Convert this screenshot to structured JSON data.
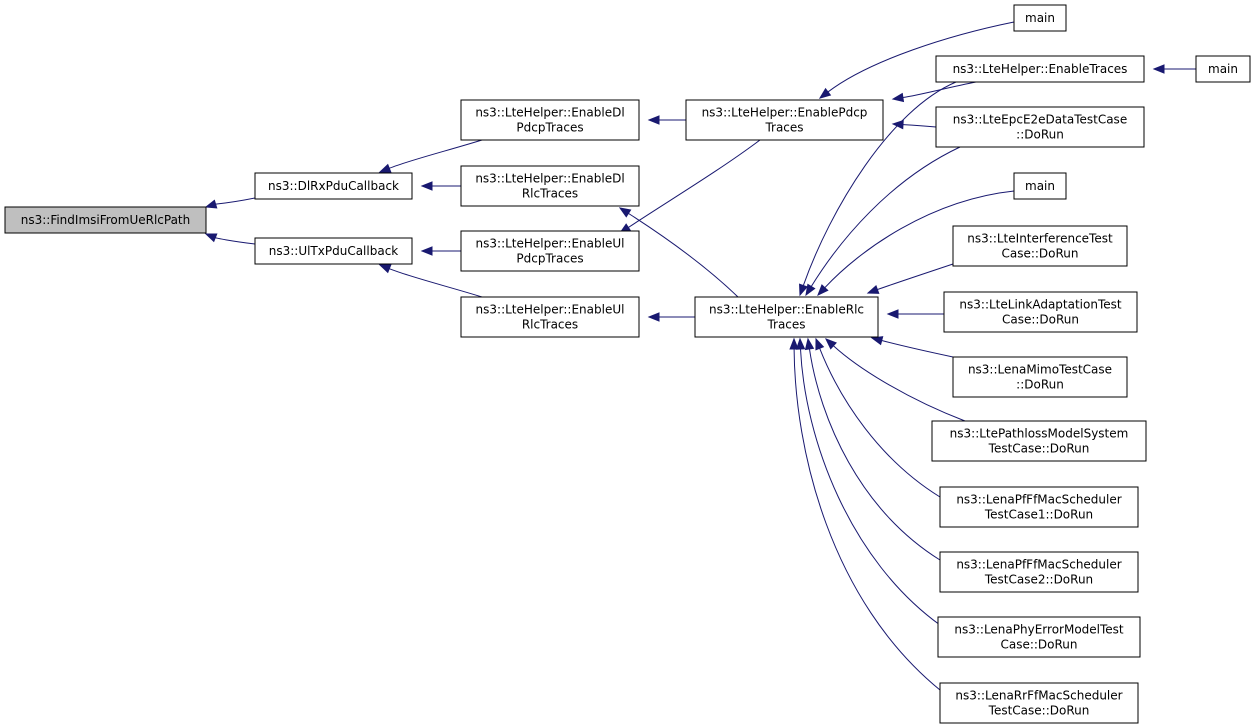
{
  "graph": {
    "nodes": [
      {
        "id": "find",
        "lines": [
          "ns3::FindImsiFromUeRlcPath"
        ],
        "root": true
      },
      {
        "id": "dlrx",
        "lines": [
          "ns3::DlRxPduCallback"
        ]
      },
      {
        "id": "ultx",
        "lines": [
          "ns3::UlTxPduCallback"
        ]
      },
      {
        "id": "endlpdcp",
        "lines": [
          "ns3::LteHelper::EnableDl",
          "PdcpTraces"
        ]
      },
      {
        "id": "endlrlc",
        "lines": [
          "ns3::LteHelper::EnableDl",
          "RlcTraces"
        ]
      },
      {
        "id": "enulpdcp",
        "lines": [
          "ns3::LteHelper::EnableUl",
          "PdcpTraces"
        ]
      },
      {
        "id": "enulrlc",
        "lines": [
          "ns3::LteHelper::EnableUl",
          "RlcTraces"
        ]
      },
      {
        "id": "enpdcp",
        "lines": [
          "ns3::LteHelper::EnablePdcp",
          "Traces"
        ]
      },
      {
        "id": "enrlc",
        "lines": [
          "ns3::LteHelper::EnableRlc",
          "Traces"
        ]
      },
      {
        "id": "main1",
        "lines": [
          "main"
        ]
      },
      {
        "id": "entraces",
        "lines": [
          "ns3::LteHelper::EnableTraces"
        ]
      },
      {
        "id": "main2",
        "lines": [
          "main"
        ]
      },
      {
        "id": "epce2e",
        "lines": [
          "ns3::LteEpcE2eDataTestCase",
          "::DoRun"
        ]
      },
      {
        "id": "main3",
        "lines": [
          "main"
        ]
      },
      {
        "id": "interf",
        "lines": [
          "ns3::LteInterferenceTest",
          "Case::DoRun"
        ]
      },
      {
        "id": "linkad",
        "lines": [
          "ns3::LteLinkAdaptationTest",
          "Case::DoRun"
        ]
      },
      {
        "id": "mimo",
        "lines": [
          "ns3::LenaMimoTestCase",
          "::DoRun"
        ]
      },
      {
        "id": "pathloss",
        "lines": [
          "ns3::LtePathlossModelSystem",
          "TestCase::DoRun"
        ]
      },
      {
        "id": "pf1",
        "lines": [
          "ns3::LenaPfFfMacScheduler",
          "TestCase1::DoRun"
        ]
      },
      {
        "id": "pf2",
        "lines": [
          "ns3::LenaPfFfMacScheduler",
          "TestCase2::DoRun"
        ]
      },
      {
        "id": "phyerr",
        "lines": [
          "ns3::LenaPhyErrorModelTest",
          "Case::DoRun"
        ]
      },
      {
        "id": "rr",
        "lines": [
          "ns3::LenaRrFfMacScheduler",
          "TestCase::DoRun"
        ]
      }
    ],
    "edges": [
      {
        "from": "dlrx",
        "to": "find"
      },
      {
        "from": "ultx",
        "to": "find"
      },
      {
        "from": "endlpdcp",
        "to": "dlrx"
      },
      {
        "from": "endlrlc",
        "to": "dlrx"
      },
      {
        "from": "enulpdcp",
        "to": "ultx"
      },
      {
        "from": "enulrlc",
        "to": "ultx"
      },
      {
        "from": "enpdcp",
        "to": "endlpdcp"
      },
      {
        "from": "enrlc",
        "to": "endlrlc"
      },
      {
        "from": "enpdcp",
        "to": "enulpdcp"
      },
      {
        "from": "enrlc",
        "to": "enulrlc"
      },
      {
        "from": "main1",
        "to": "enpdcp"
      },
      {
        "from": "entraces",
        "to": "enpdcp"
      },
      {
        "from": "epce2e",
        "to": "enpdcp"
      },
      {
        "from": "main2",
        "to": "entraces"
      },
      {
        "from": "entraces",
        "to": "enrlc"
      },
      {
        "from": "epce2e",
        "to": "enrlc"
      },
      {
        "from": "main3",
        "to": "enrlc"
      },
      {
        "from": "interf",
        "to": "enrlc"
      },
      {
        "from": "linkad",
        "to": "enrlc"
      },
      {
        "from": "mimo",
        "to": "enrlc"
      },
      {
        "from": "pathloss",
        "to": "enrlc"
      },
      {
        "from": "pf1",
        "to": "enrlc"
      },
      {
        "from": "pf2",
        "to": "enrlc"
      },
      {
        "from": "phyerr",
        "to": "enrlc"
      },
      {
        "from": "rr",
        "to": "enrlc"
      }
    ]
  }
}
